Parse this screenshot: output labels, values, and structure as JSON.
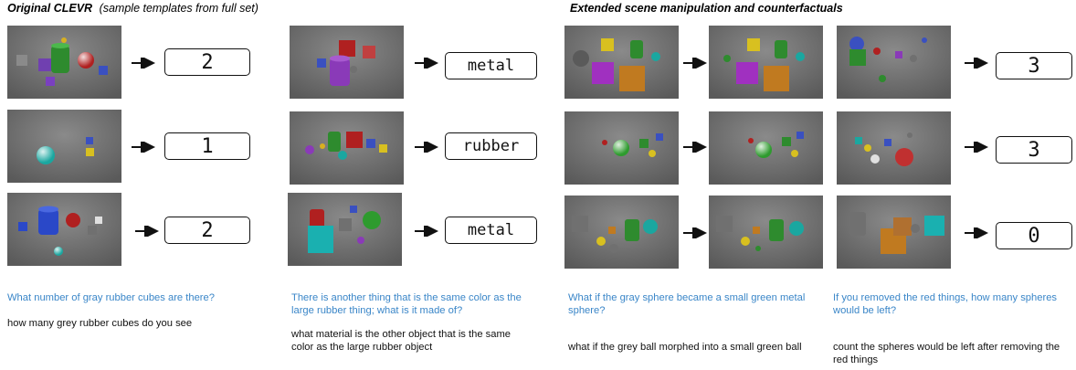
{
  "headings": {
    "original_title": "Original CLEVR",
    "original_subtitle": "(sample templates from full set)",
    "extended_title": "Extended scene manipulation and counterfactuals"
  },
  "answers": {
    "a1": "2",
    "a2": "1",
    "a3": "2",
    "a4": "metal",
    "a5": "rubber",
    "a6": "metal",
    "a7": "3",
    "a8": "3",
    "a9": "0"
  },
  "questions": {
    "q1": "What number of gray rubber cubes are there?",
    "p1": "how many grey rubber cubes do you see",
    "q2": "There is another thing that is the same color as the large rubber thing; what is it made of?",
    "p2": "what material is the other object that is the same color as the large rubber object",
    "q3": "What if the gray sphere became a small green metal sphere?",
    "p3": "what if the grey ball morphed into a small green ball",
    "q4": "If you removed the red things, how many spheres would be left?",
    "p4": "count the spheres would be left after removing the red things"
  }
}
